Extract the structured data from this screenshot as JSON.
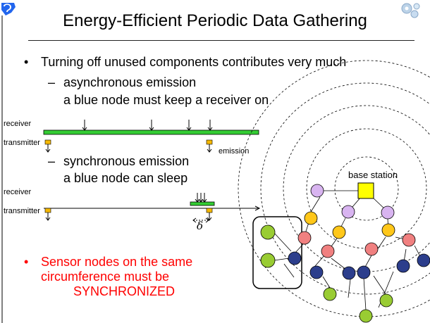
{
  "slide": {
    "title": "Energy-Efficient Periodic Data Gathering",
    "bullet1": "Turning off unused components contributes very much",
    "sub1_line1": "asynchronous emission",
    "sub1_line2": "a blue node must keep a receiver on",
    "sub2_line1": "synchronous emission",
    "sub2_line2": "a blue node can sleep",
    "dash": "–",
    "bullet_char": "•",
    "red_line1": "Sensor nodes on the same",
    "red_line2": "circumference must be",
    "red_line3": "SYNCHRONIZED"
  },
  "timeline_async": {
    "receiver_label": "receiver",
    "transmitter_label": "transmitter",
    "emission_label": "emission"
  },
  "timeline_sync": {
    "receiver_label": "receiver",
    "transmitter_label": "transmitter",
    "delta_label": "δ"
  },
  "network": {
    "base_station_label": "base station"
  },
  "colors": {
    "receiver_bar": "#33cc33",
    "transmitter_box": "#f5b800",
    "node_purple": "#d8b4f0",
    "node_orange": "#ffc71a",
    "node_pink": "#f08080",
    "node_blue": "#2c3e8c",
    "node_green": "#99cc33",
    "base_station": "#ffff00",
    "highlight_text": "#ff0000"
  },
  "icons": [
    "logo-icon",
    "gears-icon"
  ]
}
